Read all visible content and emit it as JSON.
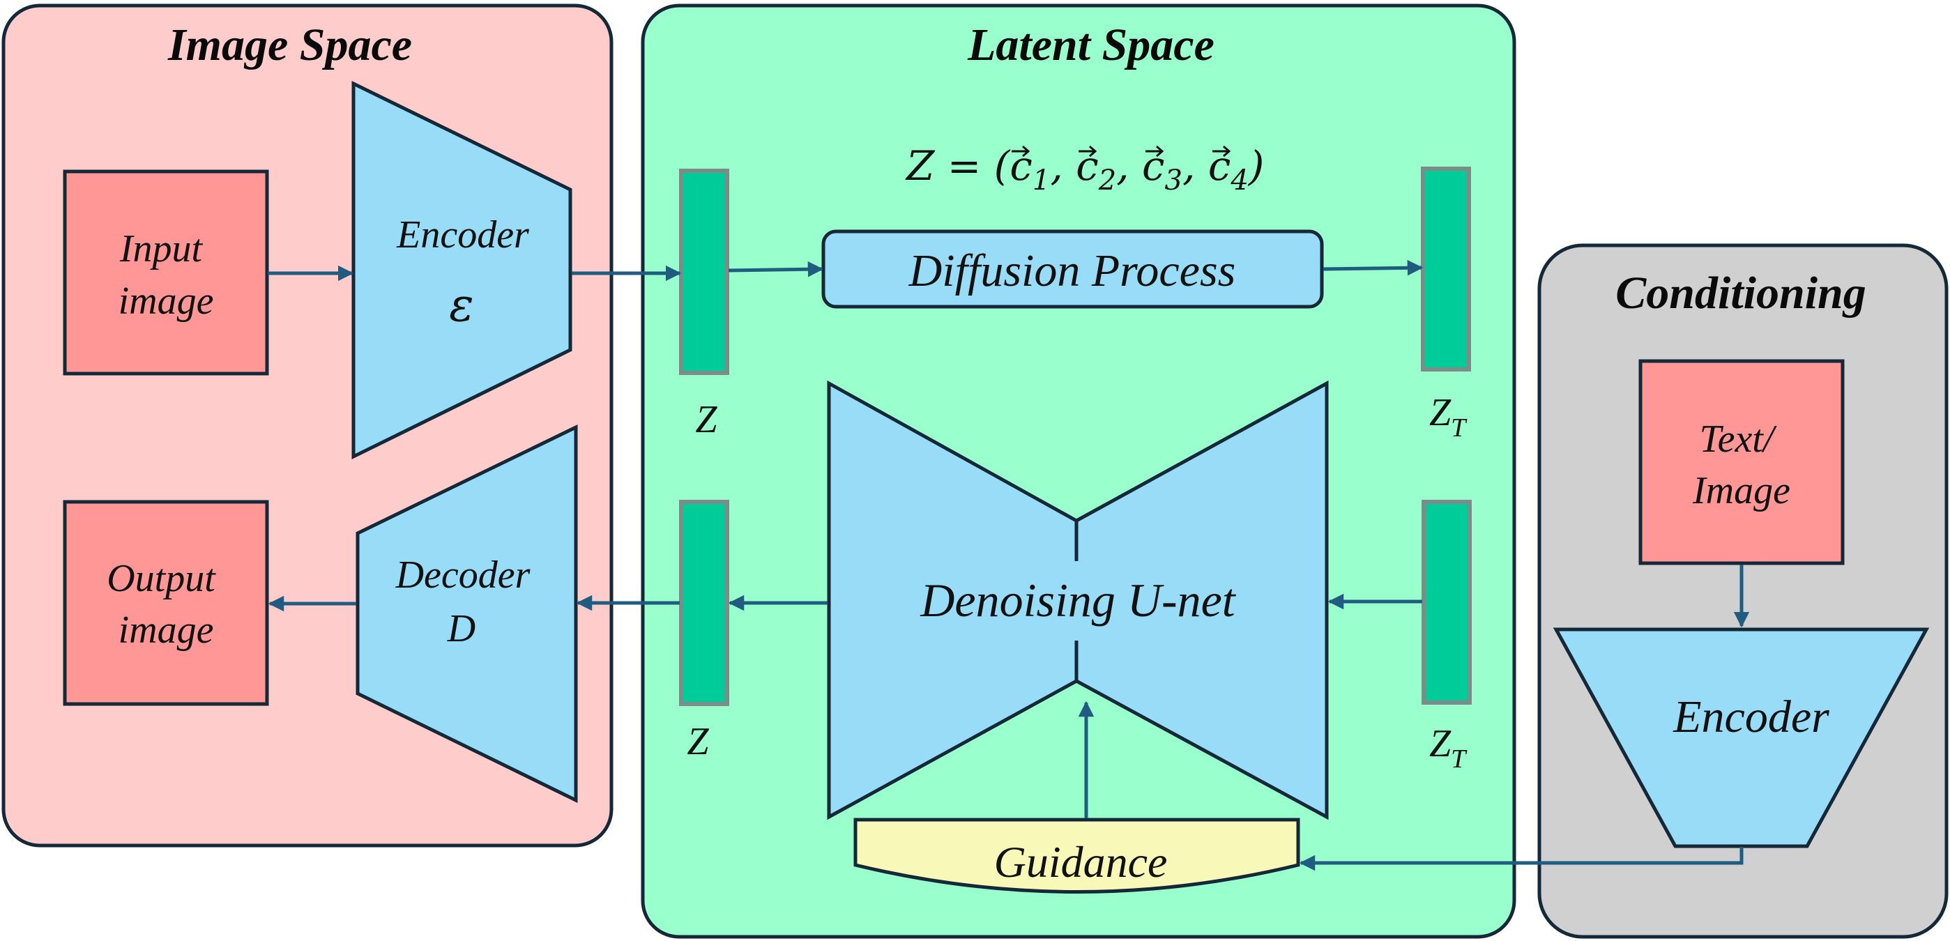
{
  "panels": {
    "image_space": "Image Space",
    "latent_space": "Latent Space",
    "conditioning": "Conditioning"
  },
  "nodes": {
    "input_image": [
      "Input",
      "image"
    ],
    "output_image": [
      "Output",
      "image"
    ],
    "encoder": "Encoder",
    "encoder_symbol": "ε",
    "decoder": "Decoder",
    "decoder_symbol": "D",
    "diffusion_process": "Diffusion Process",
    "unet": "Denoising U-net",
    "guidance": "Guidance",
    "text_image": [
      "Text/",
      "Image"
    ],
    "cond_encoder": "Encoder"
  },
  "latents": {
    "z_top": "Z",
    "z_bottom": "Z",
    "zt_base": "Z",
    "zt_sub": "T"
  },
  "formula": {
    "lhs": "Z = (",
    "c": "c",
    "sep": ", ",
    "subs": [
      "1",
      "2",
      "3",
      "4"
    ],
    "close": ")"
  },
  "colors": {
    "image_space_bg": "#ffcccc",
    "latent_space_bg": "#99ffcc",
    "conditioning_bg": "#d0d0d0",
    "block_blue": "#99dcf8",
    "block_red": "#ff9797",
    "latent_green": "#00cc99",
    "guidance_yellow": "#f8f8b8",
    "arrow": "#1f5c80"
  }
}
